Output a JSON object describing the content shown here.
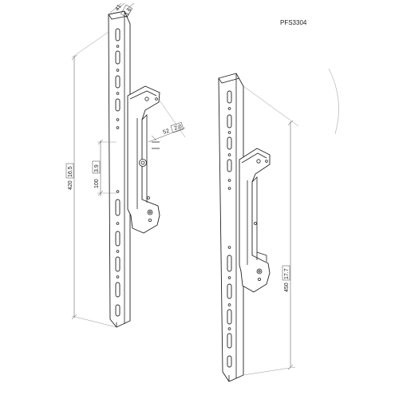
{
  "product": {
    "code": "PFS3304"
  },
  "dimensions": {
    "depth": {
      "mm": "41",
      "inch": "1.6"
    },
    "bracket": {
      "mm": "52",
      "inch": "2.0"
    },
    "spacing": {
      "mm": "100",
      "inch": "3.9"
    },
    "height_left": {
      "mm": "420",
      "inch": "16.5"
    },
    "height_right": {
      "mm": "450",
      "inch": "17.7"
    }
  }
}
